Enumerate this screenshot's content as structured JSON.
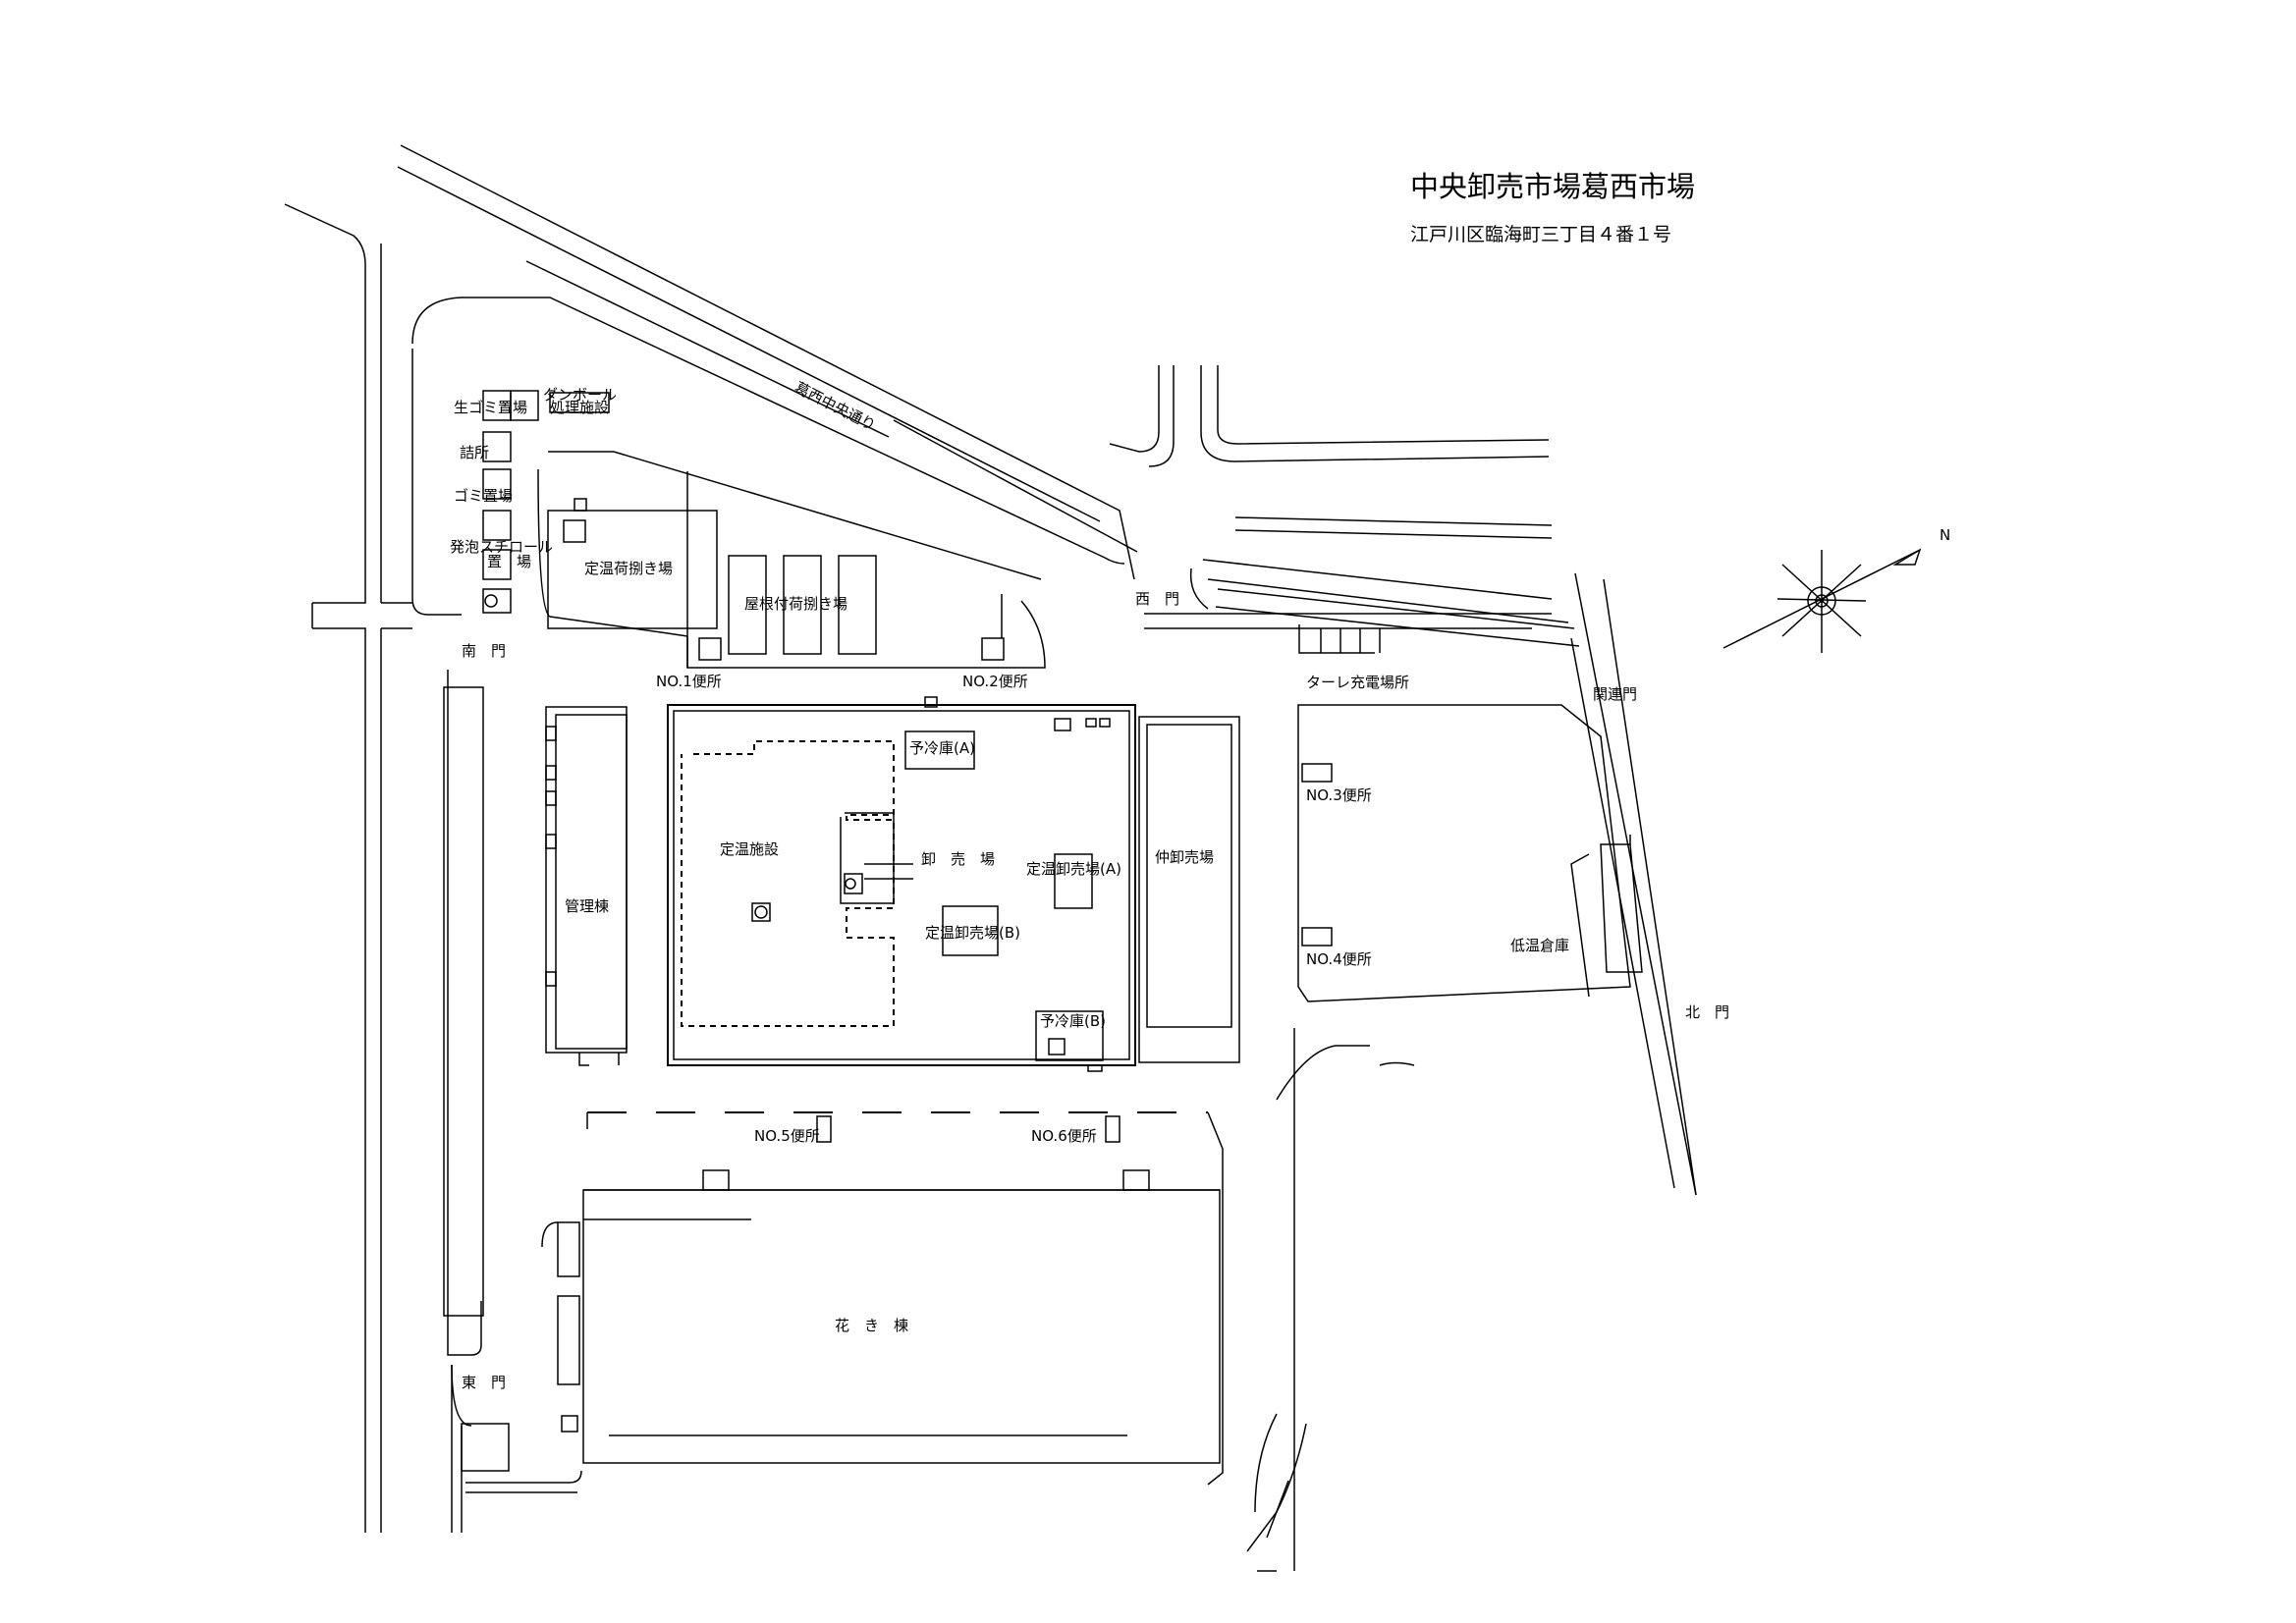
{
  "title": "中央卸売市場葛西市場",
  "address": "江戸川区臨海町三丁目４番１号",
  "north_label": "N",
  "roads": {
    "kasai_chuo": "葛西中央通り"
  },
  "gates": {
    "south": "南　門",
    "west": "西　門",
    "east": "東　門",
    "north": "北　門",
    "kanren": "関連門"
  },
  "facilities": {
    "nama_gomi": "生ゴミ置場",
    "danboru_1": "ダンボール",
    "danboru_2": "処理施設",
    "tsumesho": "詰所",
    "gomi": "ゴミ置場",
    "happo_1": "発泡スチロール",
    "happo_2": "置　場",
    "teion_niari": "定温荷捌き場",
    "yane_niari": "屋根付荷捌き場",
    "no1": "NO.1便所",
    "no2": "NO.2便所",
    "no3": "NO.3便所",
    "no4": "NO.4便所",
    "no5": "NO.5便所",
    "no6": "NO.6便所",
    "tare": "ターレ充電場所",
    "yoreiko_a": "予冷庫(A)",
    "yoreiko_b": "予冷庫(B)",
    "teion_shisetsu": "定温施設",
    "oroshiuri": "卸　売　場",
    "teion_oroshi_a": "定温卸売場(A)",
    "teion_oroshi_b": "定温卸売場(B)",
    "nakaoroshi": "仲卸売場",
    "kanri": "管理棟",
    "teion_soko": "低温倉庫",
    "kaki": "花　き　棟"
  }
}
